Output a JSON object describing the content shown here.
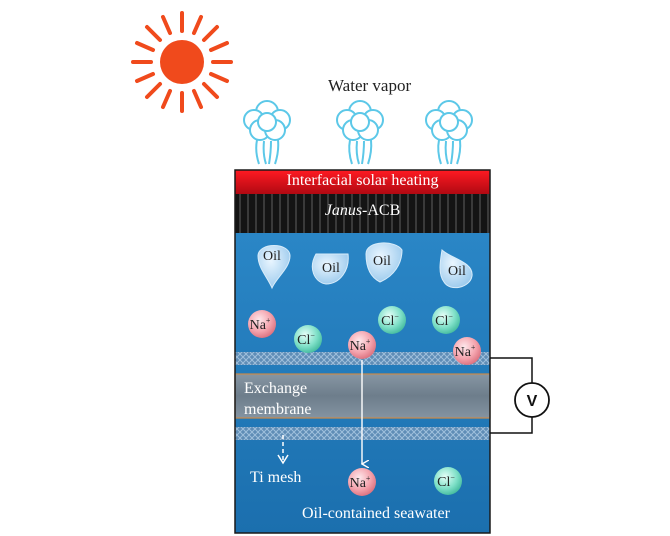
{
  "labels": {
    "water_vapor": "Water vapor",
    "interfacial_heating": "Interfacial solar heating",
    "janus_prefix": "Janus",
    "janus_suffix": "-ACB",
    "membrane_line1": "Exchange",
    "membrane_line2": "membrane",
    "ti_mesh": "Ti mesh",
    "seawater": "Oil-contained seawater",
    "voltmeter": "V"
  },
  "oil_droplets": [
    "Oil",
    "Oil",
    "Oil",
    "Oil"
  ],
  "ions": {
    "sodium": {
      "symbol": "Na",
      "charge": "+"
    },
    "chloride": {
      "symbol": "Cl",
      "charge": "−"
    }
  },
  "colors": {
    "sun": "#f04a1c",
    "heating_layer": "#e0101e",
    "acb_layer": "#1a1a1a",
    "water": "#1f78b8",
    "membrane": "#7a8a98",
    "sodium_ion": "#f4a3ad",
    "chloride_ion": "#7fe0c8",
    "vapor": "#5cc8e8"
  }
}
